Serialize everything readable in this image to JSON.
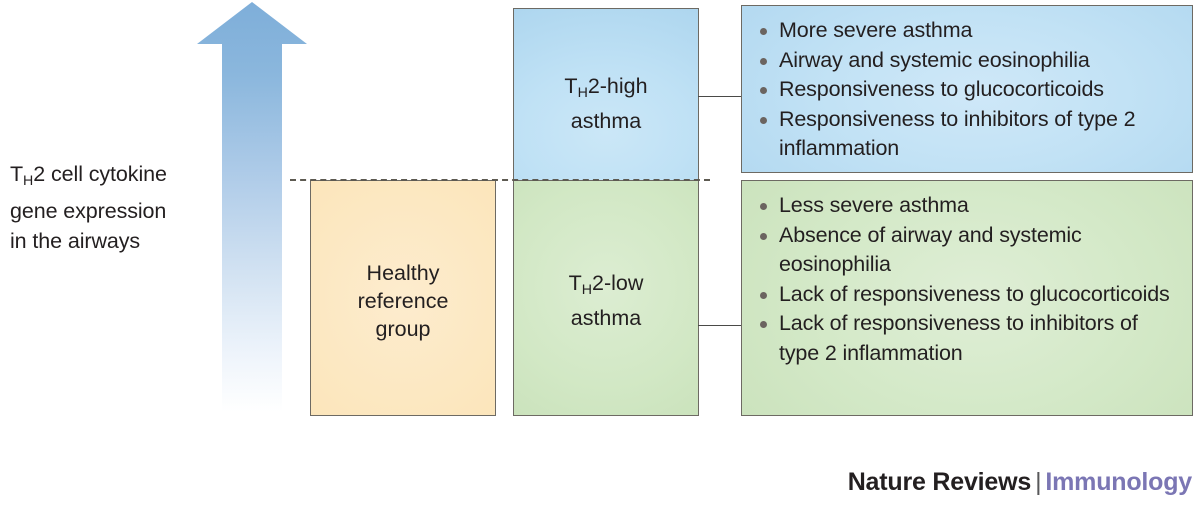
{
  "axis": {
    "label_line1_pre": "T",
    "label_line1_sub": "H",
    "label_line1_post": "2 cell cytokine",
    "label_line2": "gene expression",
    "label_line3": "in the airways",
    "arrow_direction": "up",
    "arrow_meaning": "increasing TH2 cell cytokine gene expression"
  },
  "boxes": {
    "healthy": {
      "line1": "Healthy",
      "line2": "reference",
      "line3": "group",
      "color": "#FCE6BE"
    },
    "th2_high": {
      "line1_pre": "T",
      "line1_sub": "H",
      "line1_post": "2-high",
      "line2": "asthma",
      "color": "#ACD6EF"
    },
    "th2_low": {
      "line1_pre": "T",
      "line1_sub": "H",
      "line1_post": "2-low",
      "line2": "asthma",
      "color": "#C7E0B8"
    }
  },
  "panels": {
    "th2_high": {
      "color": "#ACD6EF",
      "bullets": [
        "More severe asthma",
        "Airway and systemic eosinophilia",
        "Responsiveness to glucocorticoids",
        "Responsiveness to inhibitors of type 2 inflammation"
      ]
    },
    "th2_low": {
      "color": "#C7E0B8",
      "bullets": [
        "Less severe asthma",
        "Absence of airway and systemic eosinophilia",
        "Lack of responsiveness to glucocorticoids",
        "Lack of responsiveness to inhibitors of type 2 inflammation"
      ]
    }
  },
  "branding": {
    "nature": "Nature Reviews",
    "divider": "|",
    "journal": "Immunology",
    "journal_color": "#7B76B4"
  }
}
